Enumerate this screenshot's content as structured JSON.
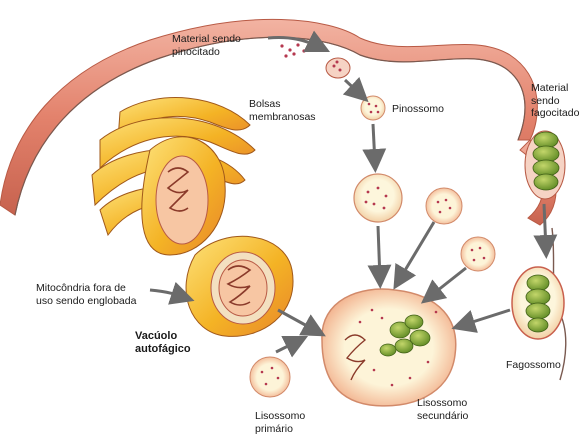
{
  "labels": {
    "pinocitado": [
      "Material sendo",
      "pinocitado"
    ],
    "bolsas": [
      "Bolsas",
      "membranosas"
    ],
    "pinossomo": "Pinossomo",
    "fagocitado": [
      "Material",
      "sendo",
      "fagocitado"
    ],
    "mitocondria": [
      "Mitocôndria fora de",
      "uso sendo englobada"
    ],
    "vacuolo": [
      "Vacúolo",
      "autofágico"
    ],
    "fagossomo": "Fagossomo",
    "lisossomo_primario": [
      "Lisossomo",
      "primário"
    ],
    "lisossomo_secundario": [
      "Lisossomo",
      "secundário"
    ]
  },
  "colors": {
    "membrane": "#e98c78",
    "membrane_dark": "#c9604d",
    "golgi": "#f4b325",
    "vesicle_fill": "#fdf6dc",
    "granule": "#b5384f",
    "phagocytosed_material": "#7aa22f",
    "arrow": "#6b6b6b"
  }
}
